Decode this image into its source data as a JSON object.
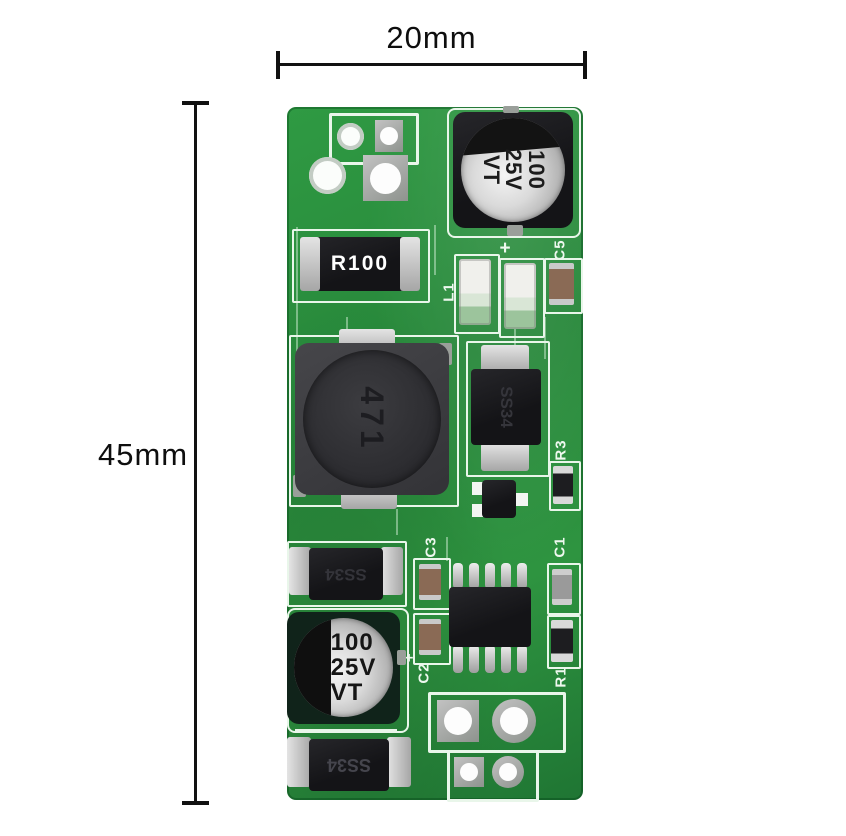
{
  "dimensions": {
    "width_label": "20mm",
    "height_label": "45mm"
  },
  "board": {
    "color": "#2e9440",
    "silkscreen_color": "#e9f6ea",
    "cap_top": {
      "lines": [
        "100",
        "25V",
        "VT"
      ]
    },
    "cap_bottom": {
      "lines": [
        "100",
        "25V",
        "VT"
      ]
    },
    "markings": {
      "r100": "R100",
      "inductor": "471",
      "diode": "SS34"
    },
    "refs": {
      "l1": "L1",
      "c5": "C5",
      "r3": "R3",
      "c3": "C3",
      "c2": "C2",
      "c1": "C1",
      "r1": "R1"
    },
    "plus": "+"
  }
}
